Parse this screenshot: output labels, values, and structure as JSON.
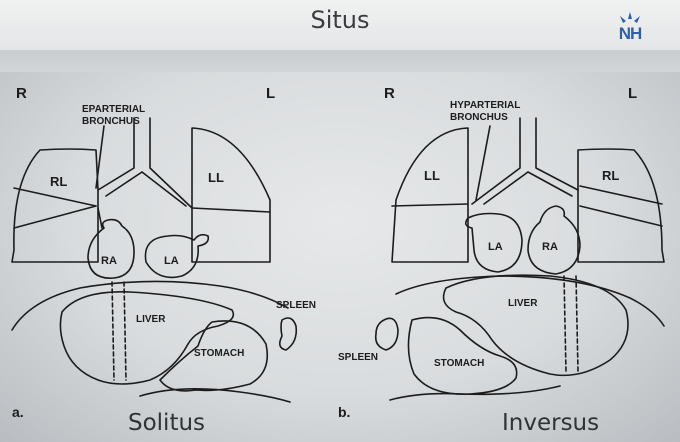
{
  "title": "Situs",
  "logo": {
    "text": "NH",
    "icon": "star-logo-icon",
    "color": "#2f5fa8"
  },
  "panels": [
    {
      "letter": "a.",
      "caption": "Solitus",
      "side_left": "R",
      "side_right": "L",
      "bronchus": [
        "EPARTERIAL",
        "BRONCHUS"
      ],
      "lung_left": "RL",
      "lung_right": "LL",
      "atrium_left": "RA",
      "atrium_right": "LA",
      "liver": "LIVER",
      "stomach": "STOMACH",
      "spleen": "SPLEEN"
    },
    {
      "letter": "b.",
      "caption": "Inversus",
      "side_left": "R",
      "side_right": "L",
      "bronchus": [
        "HYPARTERIAL",
        "BRONCHUS"
      ],
      "lung_left": "LL",
      "lung_right": "RL",
      "atrium_left": "LA",
      "atrium_right": "RA",
      "liver": "LIVER",
      "stomach": "STOMACH",
      "spleen": "SPLEEN"
    }
  ]
}
